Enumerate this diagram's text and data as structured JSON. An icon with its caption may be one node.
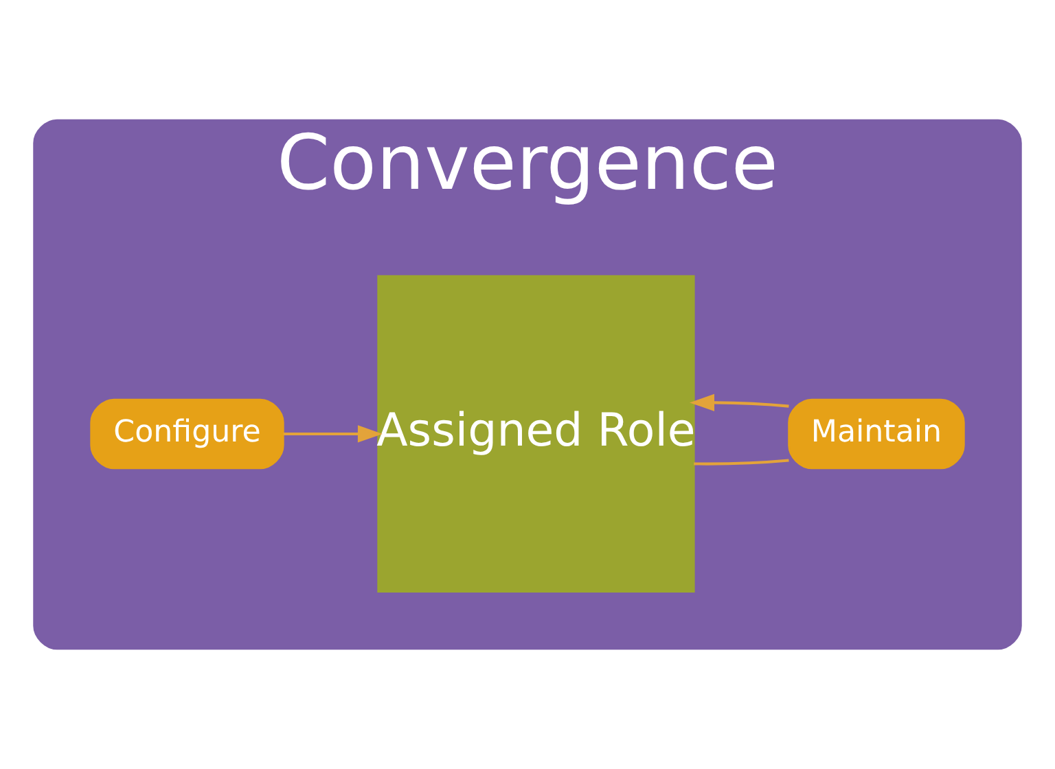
{
  "diagram": {
    "nodes": [
      {
        "text": [
          "Convergence"
        ]
      },
      {
        "text": [
          "Configure"
        ],
        "in": 0
      },
      {
        "text": [
          "Assigned Role"
        ],
        "in": 0
      },
      {
        "text": [
          "Maintain"
        ],
        "in": 0
      }
    ],
    "edges": [
      {
        "from": 1,
        "to": 2,
        "arrow": "to"
      },
      {
        "from": 2,
        "to": 3,
        "arrow": "none"
      },
      {
        "from": 3,
        "to": 2,
        "arrow": "to"
      }
    ]
  }
}
